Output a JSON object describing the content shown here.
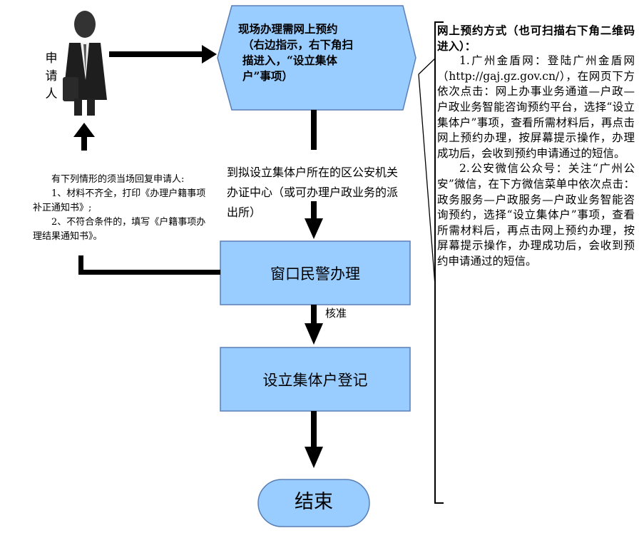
{
  "applicant_label": "申请人",
  "hexagon_text": [
    "现场办理需网上预约",
    "（右边指示，右下角扫",
    "描进入，“设立集体",
    "户”事项）"
  ],
  "route_note": "到拟设立集体户所在的区公安机关办证中心（或可办理户政业务的派出所）",
  "window_box": "窗口民警办理",
  "approve_label": "核准",
  "register_box": "设立集体户登记",
  "end_label": "结束",
  "left_note": [
    "有下列情形的须当场回复申请人:",
    "1、材料不齐全，打印《办理户籍事项补正通知书》;",
    "2、不符合条件的，填写《户籍事项办理结果通知书》。"
  ],
  "right_panel": {
    "title": "网上预约方式（也可扫描右下角二维码进入）：",
    "paragraphs": [
      "1.广州金盾网：登陆广州金盾网（http://gaj.gz.gov.cn/），在网页下方依次点击：网上办事业务通道—户政—户政业务智能咨询预约平台，选择“设立集体户”事项，查看所需材料后，再点击网上预约办理，按屏幕提示操作，办理成功后，会收到预约申请通过的短信。",
      "2.公安微信公众号：关注“广州公安”微信，在下方微信菜单中依次点击：政务服务—户政服务—户政业务智能咨询预约，选择“设立集体户”事项，查看所需材料后，再点击网上预约办理，按屏幕提示操作，办理成功后，会收到预约申请通过的短信。"
    ]
  },
  "colors": {
    "box_fill": "#99ccff",
    "box_stroke": "#4a6fa5",
    "arrow": "#000000"
  }
}
